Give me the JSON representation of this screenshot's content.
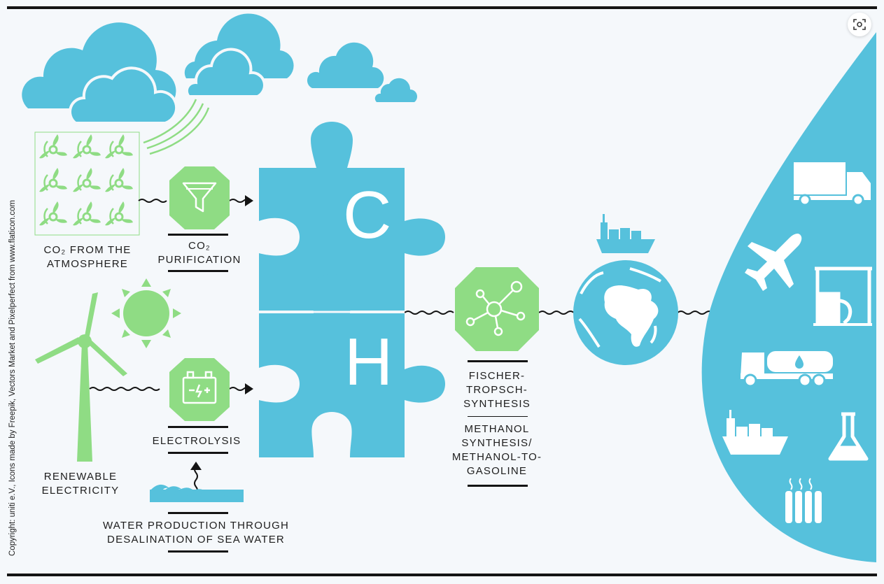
{
  "labels": {
    "co2_atmosphere_line1": "CO₂ FROM THE",
    "co2_atmosphere_line2": "ATMOSPHERE",
    "co2_purification_line1": "CO₂",
    "co2_purification_line2": "PURIFICATION",
    "renewable_line1": "RENEWABLE",
    "renewable_line2": "ELECTRICITY",
    "electrolysis": "ELECTROLYSIS",
    "water_line1": "WATER PRODUCTION THROUGH",
    "water_line2": "DESALINATION OF SEA WATER",
    "ft_line1": "FISCHER-",
    "ft_line2": "TROPSCH-",
    "ft_line3": "SYNTHESIS",
    "meth_line1": "METHANOL",
    "meth_line2": "SYNTHESIS/",
    "meth_line3": "METHANOL-TO-",
    "meth_line4": "GASOLINE",
    "letter_c": "C",
    "letter_h": "H"
  },
  "copyright": "Copyright: uniti e.V., Icons made by Freepik, Vectors Market and Pixelperfect from www.flaticon.com",
  "icons": {
    "corner": "screen-capture-icon",
    "outputs": [
      "truck-icon",
      "airplane-icon",
      "fuel-station-icon",
      "tanker-truck-icon",
      "cargo-ship-icon",
      "flask-icon",
      "radiator-icon"
    ]
  },
  "colors": {
    "blue": "#56c1dc",
    "green": "#8fdc84",
    "dark": "#141414",
    "background": "#f5f8fb"
  }
}
